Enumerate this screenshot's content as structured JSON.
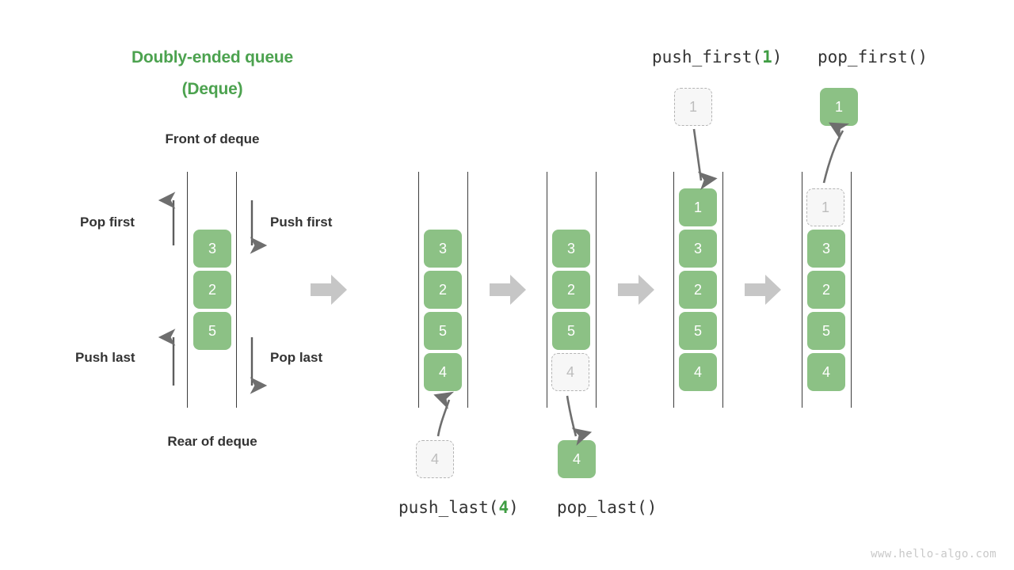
{
  "title": {
    "line1": "Doubly-ended queue",
    "line2": "(Deque)",
    "color": "#4CA24F"
  },
  "labels": {
    "front_of_deque": "Front of deque",
    "rear_of_deque": "Rear of deque",
    "pop_first": "Pop first",
    "push_first": "Push first",
    "push_last": "Push last",
    "pop_last": "Pop last"
  },
  "operations": {
    "push_first": {
      "name": "push_first(",
      "arg": "1",
      "close": ")"
    },
    "pop_first": {
      "name": "pop_first()"
    },
    "push_last": {
      "name": "push_last(",
      "arg": "4",
      "close": ")"
    },
    "pop_last": {
      "name": "pop_last()"
    }
  },
  "colors": {
    "box_fill": "#8CC185",
    "box_text": "#ffffff",
    "ghost_fill": "#F7F7F7",
    "ghost_border": "#B4B4B4",
    "ghost_text": "#BDBDBD",
    "rail": "#3c3c3c",
    "step_arrow": "#C6C6C6",
    "thin_arrow": "#6E6E6E",
    "text": "#333333",
    "accent": "#4CA24F"
  },
  "columns": [
    {
      "name": "legend-deque",
      "items": [
        {
          "value": "3",
          "state": "solid"
        },
        {
          "value": "2",
          "state": "solid"
        },
        {
          "value": "5",
          "state": "solid"
        }
      ]
    },
    {
      "name": "deque-initial",
      "items": [
        {
          "value": "3",
          "state": "solid"
        },
        {
          "value": "2",
          "state": "solid"
        },
        {
          "value": "5",
          "state": "solid"
        },
        {
          "value": "4",
          "state": "solid"
        }
      ],
      "incoming": {
        "value": "4",
        "state": "ghost"
      }
    },
    {
      "name": "deque-after-push-last",
      "items": [
        {
          "value": "3",
          "state": "solid"
        },
        {
          "value": "2",
          "state": "solid"
        },
        {
          "value": "5",
          "state": "solid"
        },
        {
          "value": "4",
          "state": "ghost"
        }
      ],
      "outgoing": {
        "value": "4",
        "state": "solid"
      }
    },
    {
      "name": "deque-after-pop-last",
      "items": [
        {
          "value": "1",
          "state": "solid"
        },
        {
          "value": "3",
          "state": "solid"
        },
        {
          "value": "2",
          "state": "solid"
        },
        {
          "value": "5",
          "state": "solid"
        },
        {
          "value": "4",
          "state": "solid"
        }
      ],
      "incoming": {
        "value": "1",
        "state": "ghost"
      }
    },
    {
      "name": "deque-after-push-first",
      "items": [
        {
          "value": "1",
          "state": "ghost"
        },
        {
          "value": "3",
          "state": "solid"
        },
        {
          "value": "2",
          "state": "solid"
        },
        {
          "value": "5",
          "state": "solid"
        },
        {
          "value": "4",
          "state": "solid"
        }
      ],
      "outgoing": {
        "value": "1",
        "state": "solid"
      }
    }
  ],
  "watermark": "www.hello-algo.com"
}
